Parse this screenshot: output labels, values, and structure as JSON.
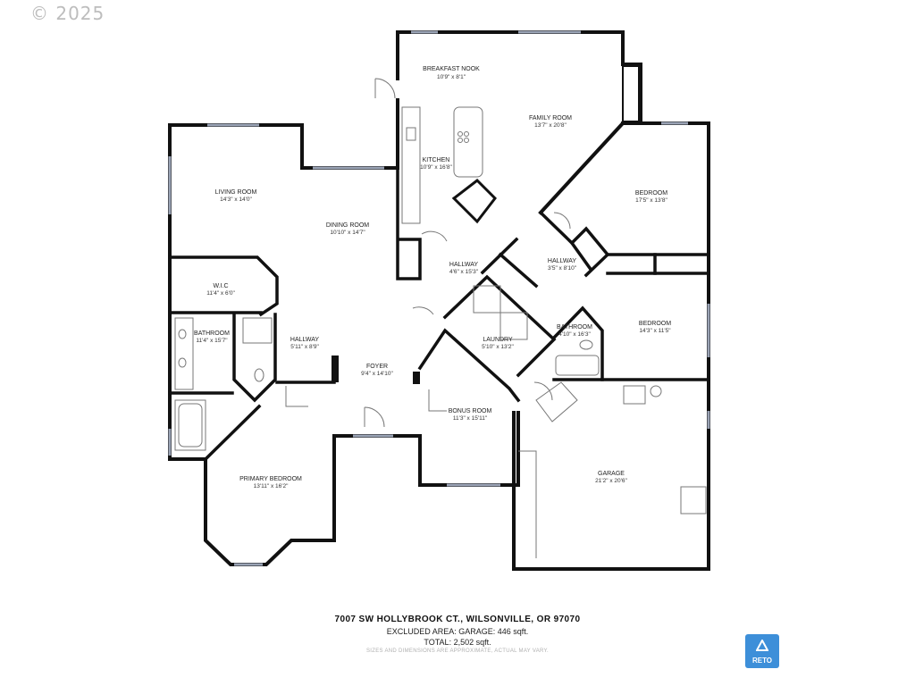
{
  "copyright": "© 2025",
  "rooms": [
    {
      "key": "breakfast",
      "name": "BREAKFAST NOOK",
      "dim": "10'9\" x 8'1\""
    },
    {
      "key": "family",
      "name": "FAMILY ROOM",
      "dim": "13'7\" x 20'8\""
    },
    {
      "key": "kitchen",
      "name": "KITCHEN",
      "dim": "10'9\" x 16'8\""
    },
    {
      "key": "living",
      "name": "LIVING ROOM",
      "dim": "14'3\" x 14'0\""
    },
    {
      "key": "dining",
      "name": "DINING ROOM",
      "dim": "10'10\" x 14'7\""
    },
    {
      "key": "bedroom1",
      "name": "BEDROOM",
      "dim": "17'5\" x 13'8\""
    },
    {
      "key": "hallway1",
      "name": "HALLWAY",
      "dim": "4'6\" x 15'3\""
    },
    {
      "key": "hallway2",
      "name": "HALLWAY",
      "dim": "3'5\" x 8'10\""
    },
    {
      "key": "wic",
      "name": "W.I.C",
      "dim": "11'4\" x 6'0\""
    },
    {
      "key": "bedroom2",
      "name": "BEDROOM",
      "dim": "14'3\" x 11'5\""
    },
    {
      "key": "bathroom1",
      "name": "BATHROOM",
      "dim": "11'4\" x 15'7\""
    },
    {
      "key": "hallway3",
      "name": "HALLWAY",
      "dim": "5'11\" x 8'9\""
    },
    {
      "key": "laundry",
      "name": "LAUNDRY",
      "dim": "5'10\" x 13'2\""
    },
    {
      "key": "bathroom2",
      "name": "BATHROOM",
      "dim": "4'10\" x 16'3\""
    },
    {
      "key": "foyer",
      "name": "FOYER",
      "dim": "9'4\" x 14'10\""
    },
    {
      "key": "bonus",
      "name": "BONUS ROOM",
      "dim": "11'3\" x 15'11\""
    },
    {
      "key": "garage",
      "name": "GARAGE",
      "dim": "21'2\" x 20'6\""
    },
    {
      "key": "primary",
      "name": "PRIMARY BEDROOM",
      "dim": "13'11\" x 16'2\""
    }
  ],
  "footer": {
    "address": "7007 SW HOLLYBROOK CT., WILSONVILLE, OR 97070",
    "excluded": "EXCLUDED AREA: GARAGE: 446 sqft.",
    "total": "TOTAL: 2,502 sqft.",
    "disclaimer": "SIZES AND DIMENSIONS ARE APPROXIMATE, ACTUAL MAY VARY."
  },
  "logo": {
    "text": "RETO",
    "color": "#3d8fd9"
  },
  "colors": {
    "wall": "#111111",
    "window": "#9aa3b5",
    "fixture": "#777777"
  }
}
